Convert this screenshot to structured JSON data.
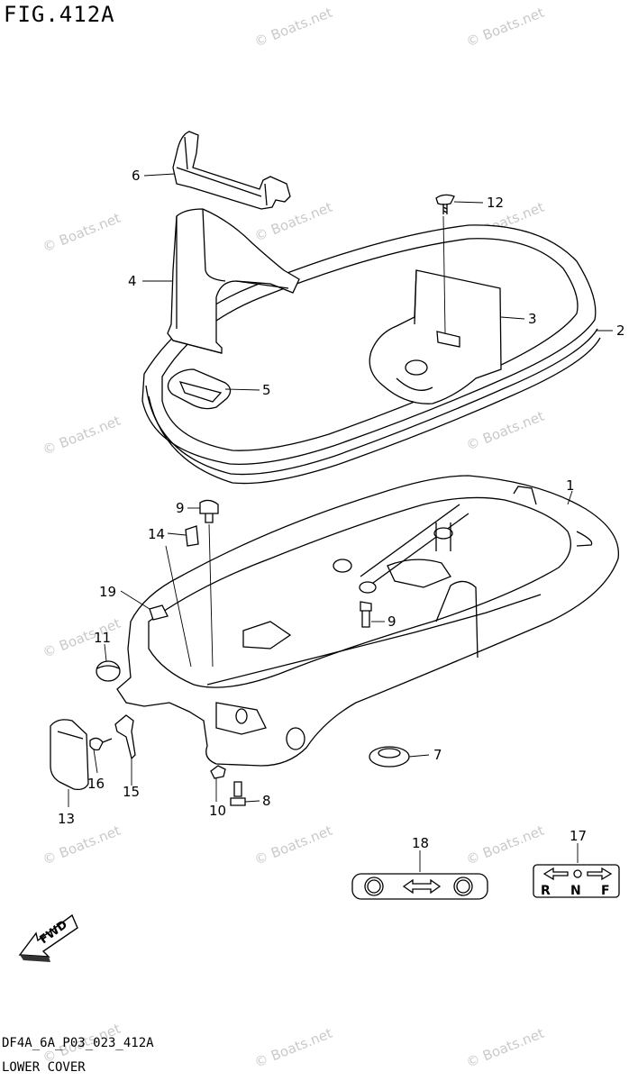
{
  "figure": {
    "title": "FIG.412A",
    "code": "DF4A_6A_P03_023_412A",
    "caption": "LOWER COVER"
  },
  "watermark": "© Boats.net",
  "callouts": [
    "1",
    "2",
    "3",
    "4",
    "5",
    "6",
    "7",
    "8",
    "9",
    "9",
    "10",
    "11",
    "12",
    "13",
    "14",
    "15",
    "16",
    "17",
    "18",
    "19"
  ],
  "labels": {
    "fwd": "FWD",
    "shift_r": "R",
    "shift_n": "N",
    "shift_f": "F"
  }
}
